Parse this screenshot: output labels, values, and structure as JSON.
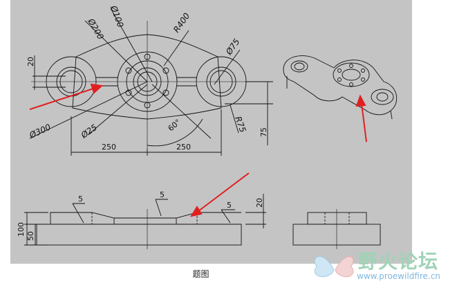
{
  "caption": "题图",
  "watermark": {
    "title": "野火论坛",
    "url": "www.proewildfire.cn"
  },
  "dimensions": {
    "d200": "Ø200",
    "d100": "Ø100",
    "r400": "R400",
    "d75": "Ø75",
    "d300": "Ø300",
    "d25": "Ø25",
    "r75": "R75",
    "h20_left": "20",
    "h75": "75",
    "w250_left": "250",
    "w250_right": "250",
    "angle": "60°",
    "step1": "5",
    "step2": "5",
    "step3": "5",
    "h100": "100",
    "h50": "50",
    "h20_right": "20"
  },
  "colors": {
    "panel": "#c4c4c4",
    "line": "#111111",
    "arrow": "#e02020"
  }
}
